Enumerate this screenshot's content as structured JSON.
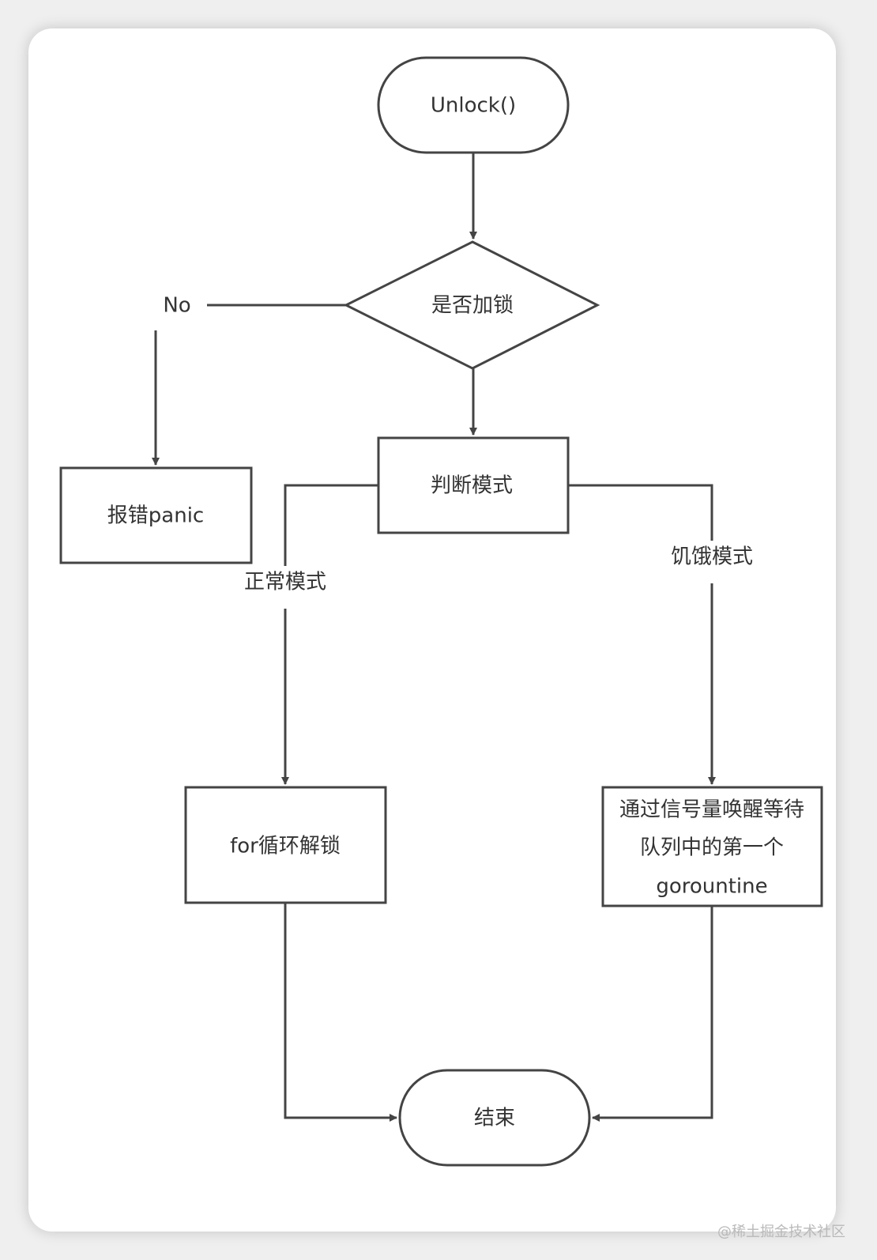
{
  "diagram": {
    "start": "Unlock()",
    "decision": "是否加锁",
    "no_label": "No",
    "error": "报错panic",
    "judge": "判断模式",
    "normal_label": "正常模式",
    "starve_label": "饥饿模式",
    "for_unlock": "for循环解锁",
    "wake_lines": [
      "通过信号量唤醒等待",
      "队列中的第一个",
      "gorountine"
    ],
    "end": "结束"
  },
  "watermark": "@稀土掘金技术社区",
  "colors": {
    "stroke": "#444444",
    "text": "#333333",
    "background": "#ffffff"
  }
}
